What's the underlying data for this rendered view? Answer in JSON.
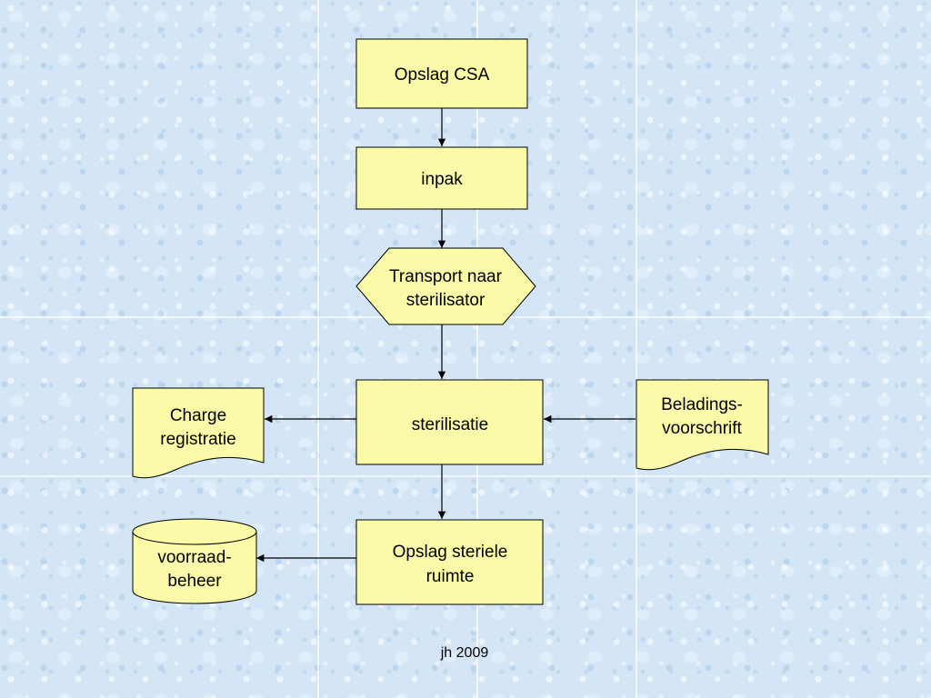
{
  "diagram": {
    "nodes": {
      "opslag_csa": {
        "label": [
          "Opslag CSA"
        ],
        "shape": "process"
      },
      "inpak": {
        "label": [
          "inpak"
        ],
        "shape": "process"
      },
      "transport": {
        "label": [
          "Transport naar",
          "sterilisator"
        ],
        "shape": "preparation"
      },
      "sterilisatie": {
        "label": [
          "sterilisatie"
        ],
        "shape": "process"
      },
      "charge_registratie": {
        "label": [
          "Charge",
          "registratie"
        ],
        "shape": "document"
      },
      "beladingsvoorschrift": {
        "label": [
          "Beladings-",
          "voorschrift"
        ],
        "shape": "document"
      },
      "opslag_steriele": {
        "label": [
          "Opslag steriele",
          "ruimte"
        ],
        "shape": "process"
      },
      "voorraadbeheer": {
        "label": [
          "voorraad-",
          "beheer"
        ],
        "shape": "database"
      }
    },
    "edges": [
      {
        "from": "opslag_csa",
        "to": "inpak"
      },
      {
        "from": "inpak",
        "to": "transport"
      },
      {
        "from": "transport",
        "to": "sterilisatie"
      },
      {
        "from": "sterilisatie",
        "to": "charge_registratie"
      },
      {
        "from": "beladingsvoorschrift",
        "to": "sterilisatie"
      },
      {
        "from": "sterilisatie",
        "to": "opslag_steriele"
      },
      {
        "from": "opslag_steriele",
        "to": "voorraadbeheer"
      }
    ],
    "colors": {
      "node_fill": "#fafaa8",
      "background": "#d4e6f6"
    }
  },
  "footer": {
    "text": "jh 2009"
  }
}
